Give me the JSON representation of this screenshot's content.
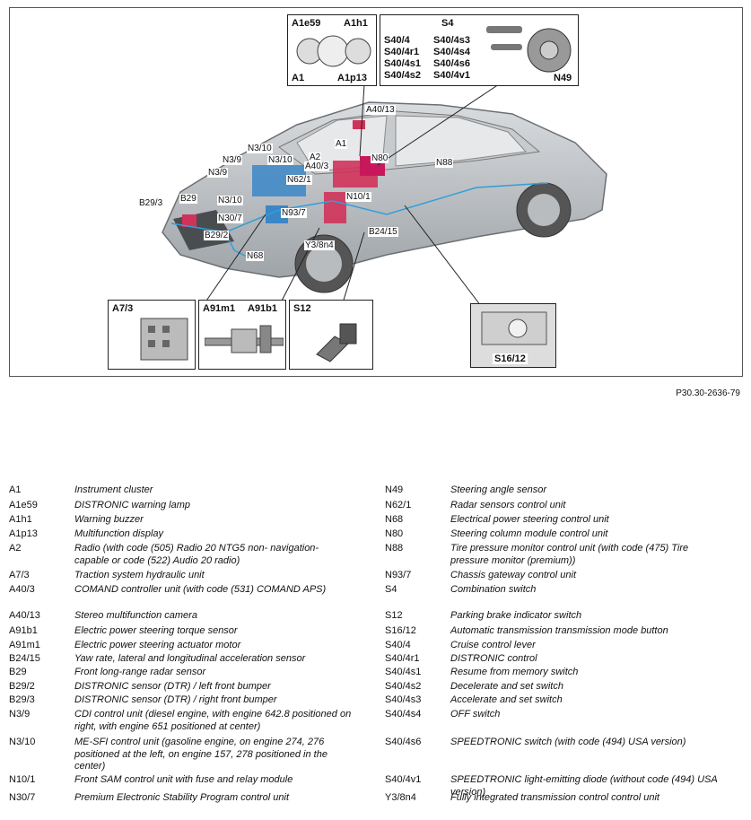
{
  "figure": {
    "reference": "P30.30-2636-79",
    "callouts": [
      "A40/13",
      "A1",
      "N3/10",
      "N3/9",
      "N3/10",
      "A2",
      "A40/3",
      "N80",
      "N88",
      "N3/9",
      "N62/1",
      "B29/3",
      "B29",
      "N3/10",
      "N10/1",
      "N30/7",
      "N93/7",
      "B29/2",
      "Y3/8n4",
      "B24/15",
      "N68"
    ],
    "inset_cluster": {
      "labels": [
        "A1e59",
        "A1h1",
        "A1",
        "A1p13"
      ]
    },
    "inset_switch": {
      "labels": [
        "S4",
        "S40/4",
        "S40/4s3",
        "S40/4r1",
        "S40/4s4",
        "S40/4s1",
        "S40/4s6",
        "S40/4s2",
        "S40/4v1",
        "N49"
      ]
    },
    "inset_a73": {
      "label": "A7/3"
    },
    "inset_a91": {
      "labels": [
        "A91m1",
        "A91b1"
      ]
    },
    "inset_s12": {
      "label": "S12"
    },
    "inset_s1612": {
      "label": "S16/12"
    }
  },
  "legend_left": [
    {
      "code": "A1",
      "desc": "Instrument cluster"
    },
    {
      "code": "A1e59",
      "desc": "DISTRONIC warning lamp"
    },
    {
      "code": "A1h1",
      "desc": "Warning buzzer"
    },
    {
      "code": "A1p13",
      "desc": "Multifunction display"
    },
    {
      "code": "A2",
      "desc": "Radio (with code (505) Radio 20 NTG5 non- navigation-capable or code (522) Audio 20 radio)"
    },
    {
      "code": "A7/3",
      "desc": "Traction system hydraulic unit"
    },
    {
      "code": "A40/3",
      "desc": "COMAND controller unit (with code (531) COMAND APS)"
    },
    {
      "code": "A40/13",
      "desc": "Stereo multifunction camera"
    },
    {
      "code": "A91b1",
      "desc": "Electric power steering torque sensor"
    },
    {
      "code": "A91m1",
      "desc": "Electric power steering actuator motor"
    },
    {
      "code": "B24/15",
      "desc": "Yaw rate, lateral and longitudinal acceleration sensor"
    },
    {
      "code": "B29",
      "desc": "Front long-range radar sensor"
    },
    {
      "code": "B29/2",
      "desc": "DISTRONIC sensor (DTR) / left front bumper"
    },
    {
      "code": "B29/3",
      "desc": "DISTRONIC sensor (DTR) / right front bumper"
    },
    {
      "code": "N3/9",
      "desc": "CDI control unit (diesel engine, with engine 642.8 positioned on right, with engine 651 positioned at center)"
    },
    {
      "code": "N3/10",
      "desc": "ME-SFI control unit (gasoline engine, on engine 274, 276 positioned at the left, on engine 157, 278 positioned in the center)"
    },
    {
      "code": "N10/1",
      "desc": "Front SAM control unit with fuse and relay module"
    },
    {
      "code": "N30/7",
      "desc": "Premium Electronic Stability Program control unit"
    }
  ],
  "legend_right": [
    {
      "code": "N49",
      "desc": "Steering angle sensor"
    },
    {
      "code": "N62/1",
      "desc": "Radar sensors control unit"
    },
    {
      "code": "N68",
      "desc": "Electrical power steering control unit"
    },
    {
      "code": "N80",
      "desc": "Steering column module control unit"
    },
    {
      "code": "N88",
      "desc": "Tire pressure monitor control unit (with code (475) Tire pressure monitor (premium))"
    },
    {
      "code": "N93/7",
      "desc": "Chassis gateway control unit"
    },
    {
      "code": "S4",
      "desc": "Combination switch"
    },
    {
      "code": "S12",
      "desc": "Parking brake indicator switch"
    },
    {
      "code": "S16/12",
      "desc": "Automatic transmission transmission mode button"
    },
    {
      "code": "S40/4",
      "desc": "Cruise control lever"
    },
    {
      "code": "S40/4r1",
      "desc": "DISTRONIC control"
    },
    {
      "code": "S40/4s1",
      "desc": "Resume from memory switch"
    },
    {
      "code": "S40/4s2",
      "desc": "Decelerate and set switch"
    },
    {
      "code": "S40/4s3",
      "desc": "Accelerate and set switch"
    },
    {
      "code": "S40/4s4",
      "desc": "OFF switch"
    },
    {
      "code": "S40/4s6",
      "desc": "SPEEDTRONIC switch (with code (494) USA version)"
    },
    {
      "code": "S40/4v1",
      "desc": "SPEEDTRONIC light-emitting diode (without code (494) USA version)"
    },
    {
      "code": "Y3/8n4",
      "desc": "Fully integrated transmission control control unit"
    }
  ]
}
